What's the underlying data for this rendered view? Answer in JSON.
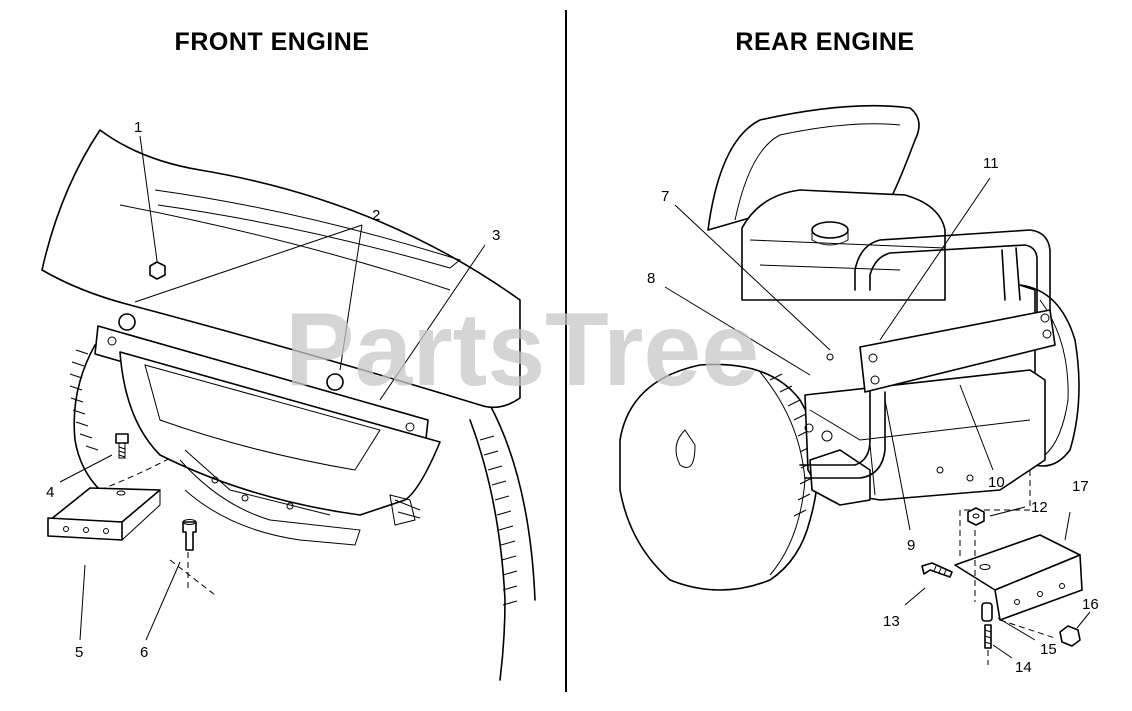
{
  "panels": {
    "front": {
      "title": "FRONT ENGINE"
    },
    "rear": {
      "title": "REAR ENGINE"
    }
  },
  "watermark": "PartsTree",
  "callouts": {
    "c1": "1",
    "c2": "2",
    "c3": "3",
    "c4": "4",
    "c5": "5",
    "c6": "6",
    "c7": "7",
    "c8": "8",
    "c9": "9",
    "c10": "10",
    "c11": "11",
    "c12": "12",
    "c13": "13",
    "c14": "14",
    "c15": "15",
    "c16": "16",
    "c17": "17"
  },
  "colors": {
    "ink": "#000000",
    "background": "#ffffff",
    "watermark": "#c8c8c8"
  }
}
